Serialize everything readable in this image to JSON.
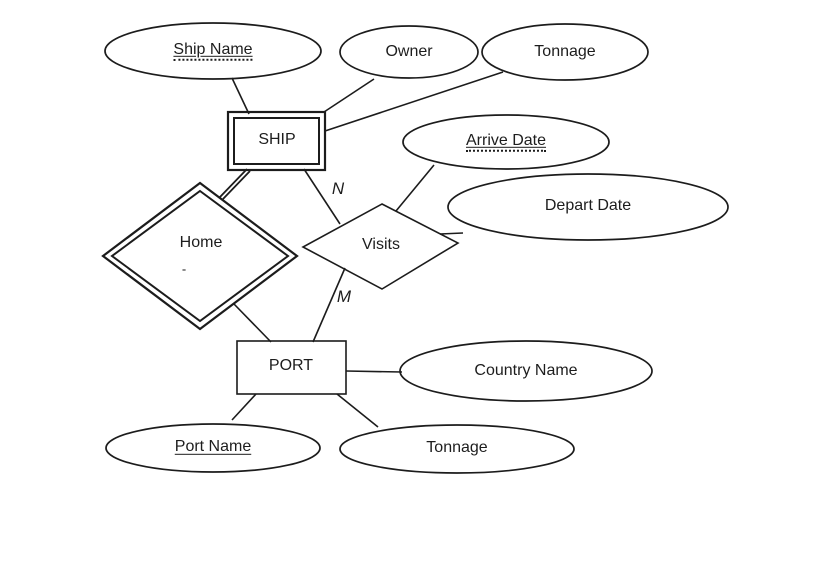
{
  "colors": {
    "stroke": "#1c1c1c",
    "text": "#1d1d1d",
    "background": "#ffffff"
  },
  "nodes": {
    "ship": {
      "label": "SHIP"
    },
    "port": {
      "label": "PORT"
    },
    "home": {
      "label": "Home",
      "sub_label": "-"
    },
    "visits": {
      "label": "Visits"
    },
    "ship_name": {
      "label": "Ship Name"
    },
    "owner": {
      "label": "Owner"
    },
    "tonnage_ship": {
      "label": "Tonnage"
    },
    "arrive_date": {
      "label": "Arrive Date"
    },
    "depart_date": {
      "label": "Depart Date"
    },
    "country_name": {
      "label": "Country Name"
    },
    "port_name": {
      "label": "Port Name"
    },
    "tonnage_port": {
      "label": "Tonnage"
    }
  },
  "edge_labels": {
    "ship_visits": "N",
    "visits_port": "M"
  }
}
